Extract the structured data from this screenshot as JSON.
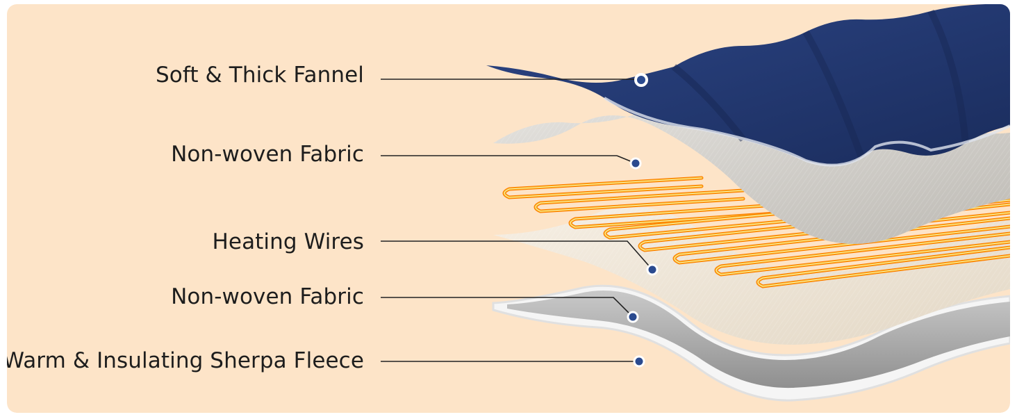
{
  "colors": {
    "background": "#fde4c8",
    "flannel": "#233a72",
    "fabric_top": "#dcd9d3",
    "wires": "#f5b21c",
    "fabric_bottom": "#eee5d6",
    "fleece": "#f5f5f5",
    "marker": "#2a4a8f",
    "leader_line": "#222222"
  },
  "layers": [
    {
      "label": "Soft & Thick Fannel",
      "icon": "flannel-layer"
    },
    {
      "label": "Non-woven Fabric",
      "icon": "fabric-layer"
    },
    {
      "label": "Heating Wires",
      "icon": "heating-wires-layer"
    },
    {
      "label": "Non-woven Fabric",
      "icon": "fabric-layer"
    },
    {
      "label": "Warm & Insulating Sherpa Fleece",
      "icon": "fleece-layer"
    }
  ]
}
